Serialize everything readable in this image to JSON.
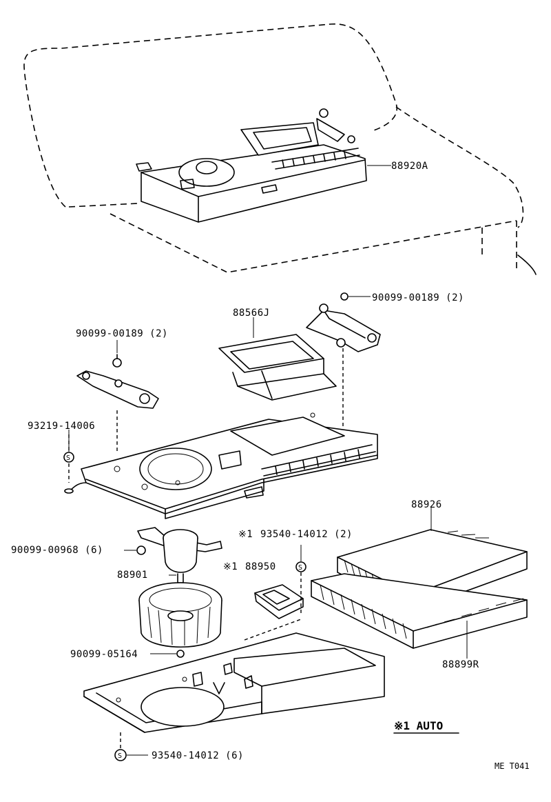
{
  "parts": {
    "p88920A": "88920A",
    "p90099_00189_right": "90099-00189 (2)",
    "p88566J": "88566J",
    "p90099_00189_left": "90099-00189 (2)",
    "p93219_14006": "93219-14006",
    "p88926": "88926",
    "p93540_14012_2": "93540-14012 (2)",
    "mark_x1_a": "※1",
    "p90099_00968": "90099-00968 (6)",
    "mark_x1_b": "※1",
    "p88950": "88950",
    "p88901": "88901",
    "p90099_05164": "90099-05164",
    "p88899R": "88899R",
    "p93540_14012_6": "93540-14012 (6)"
  },
  "legend": {
    "note": "※1 AUTO"
  },
  "footer": {
    "code": "ME  T041"
  },
  "symbols": {
    "s_mark": "S"
  }
}
